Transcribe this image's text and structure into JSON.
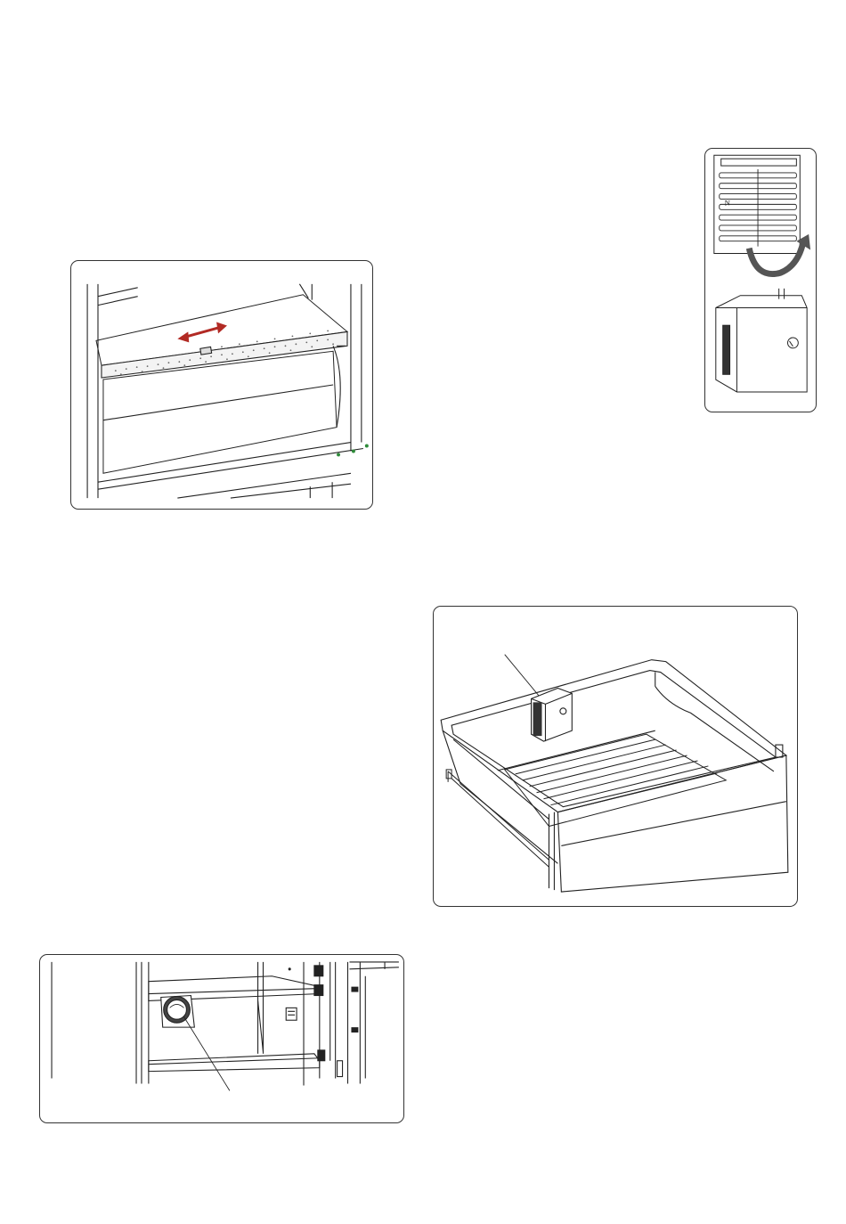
{
  "figures": [
    {
      "id": "crisper-humidity-slider",
      "icons": [
        "double-arrow-icon"
      ],
      "colors": {
        "arrow": "#b22a24",
        "led": "#2e8b3a"
      }
    },
    {
      "id": "odour-filter-cartridge",
      "icons": [
        "rotate-arrow-icon"
      ]
    },
    {
      "id": "crisper-drawer-with-filter",
      "icons": []
    },
    {
      "id": "fridge-interior-light",
      "icons": []
    }
  ]
}
